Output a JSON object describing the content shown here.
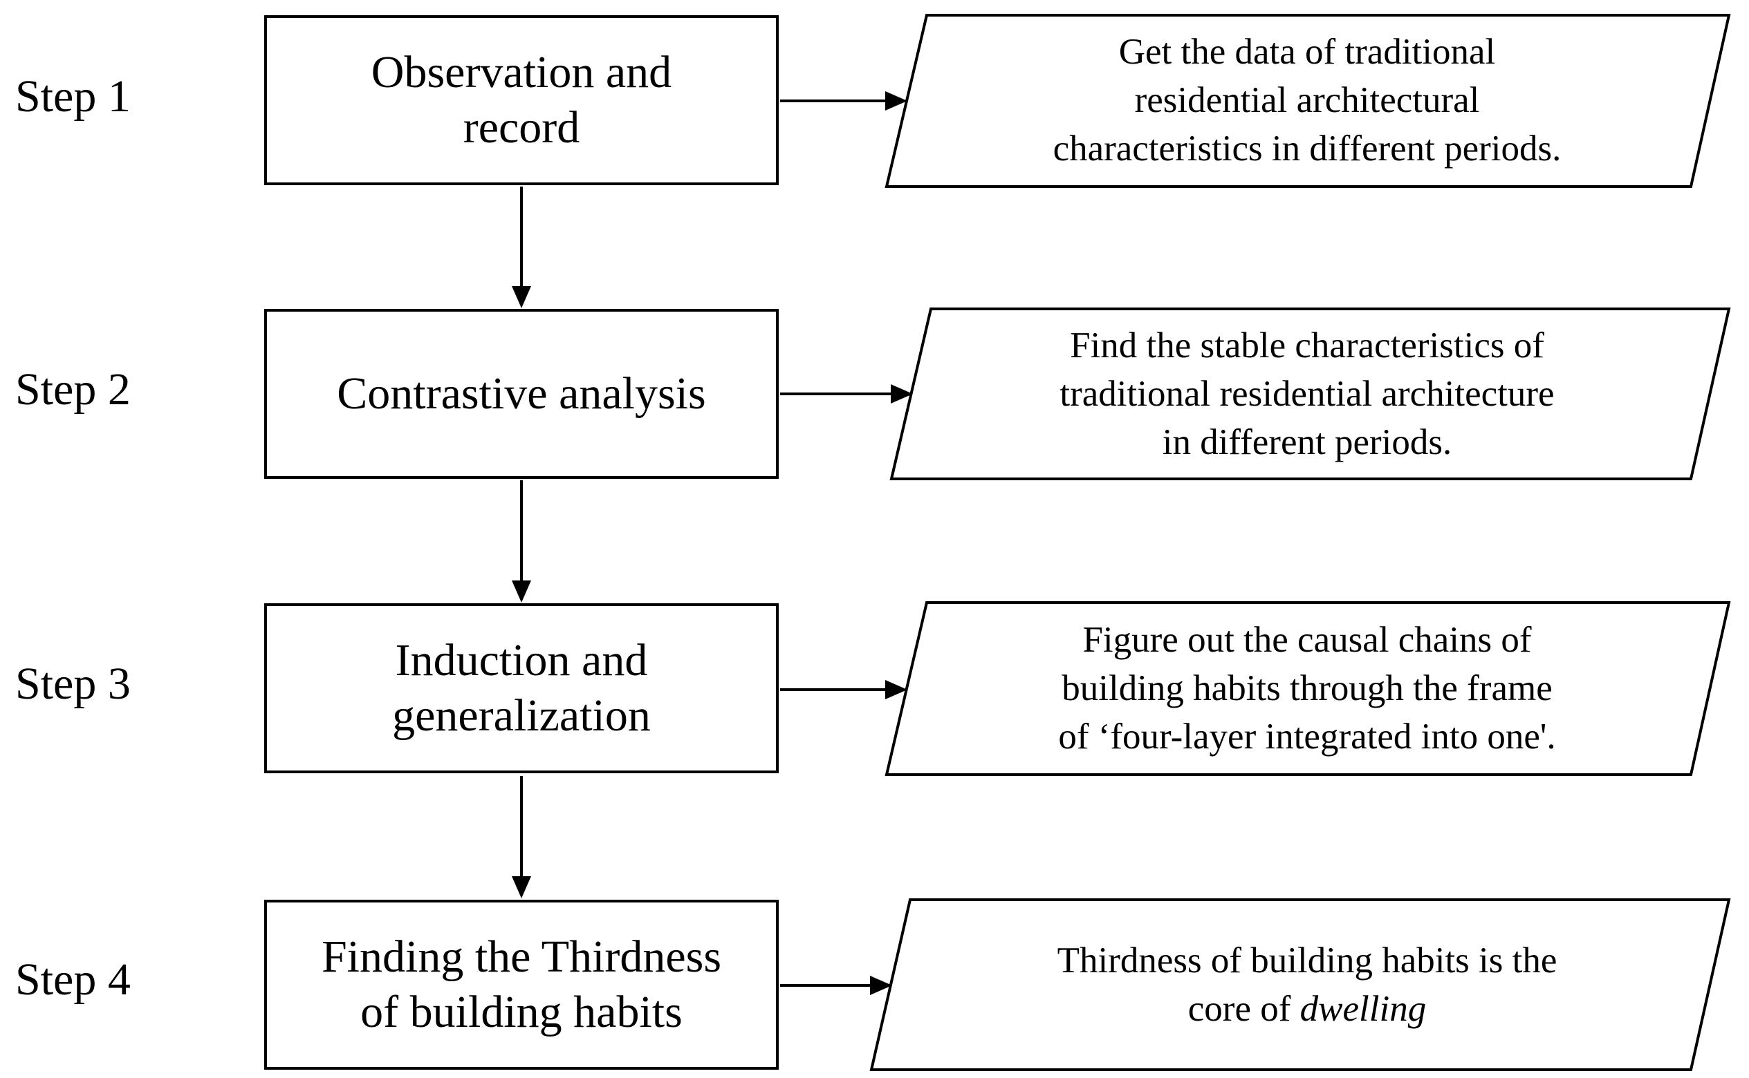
{
  "steps": [
    {
      "label": "Step 1",
      "process_lines": [
        "Observation and",
        "record"
      ],
      "output_lines": [
        "Get the data of traditional",
        "residential architectural",
        "characteristics in different periods."
      ],
      "output_italic": ""
    },
    {
      "label": "Step 2",
      "process_lines": [
        "Contrastive analysis"
      ],
      "output_lines": [
        "Find the stable characteristics of",
        "traditional residential architecture",
        "in different periods."
      ],
      "output_italic": ""
    },
    {
      "label": "Step 3",
      "process_lines": [
        "Induction and",
        "generalization"
      ],
      "output_lines": [
        "Figure out the causal chains of",
        "building habits through the frame",
        "of ‘four-layer integrated into one'."
      ],
      "output_italic": ""
    },
    {
      "label": "Step 4",
      "process_lines": [
        "Finding the Thirdness",
        "of building habits"
      ],
      "output_lines": [
        "Thirdness of building habits is the",
        "core of "
      ],
      "output_italic": "dwelling"
    }
  ],
  "colors": {
    "stroke": "#000000",
    "background": "#ffffff"
  }
}
